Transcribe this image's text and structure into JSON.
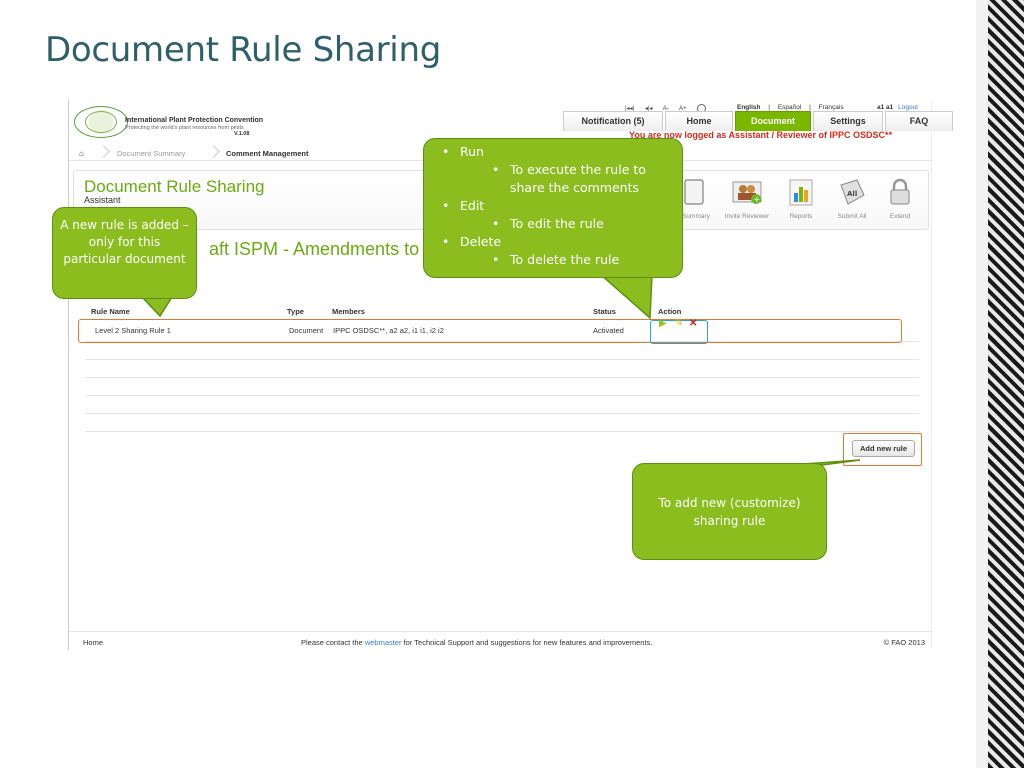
{
  "slide": {
    "title": "Document Rule Sharing"
  },
  "app": {
    "org_name": "International Plant Protection Convention",
    "org_tagline": "Protecting the world's plant resources from pests",
    "version": "V.1.08",
    "font_tools": [
      "|◂◂|",
      "◂|◂",
      "A-",
      "A+"
    ],
    "languages": [
      "English",
      "|",
      "Español",
      "|",
      "Français"
    ],
    "user": "a1 a1",
    "logout": "Logout",
    "nav": {
      "notification": "Notification (5)",
      "home": "Home",
      "document": "Document",
      "settings": "Settings",
      "faq": "FAQ"
    },
    "logged_as": "You are now logged as Assistant / Reviewer of IPPC OSDSC**",
    "breadcrumb": {
      "document_summary": "Document Summary",
      "comment_management": "Comment Management"
    },
    "panel": {
      "title": "Document Rule Sharing",
      "role": "Assistant",
      "tools": {
        "summary": "Summary",
        "invite": "Invite Reviewer",
        "reports": "Reports",
        "submit_all": "Submit All",
        "extend": "Extend"
      }
    },
    "document_heading": "aft ISPM - Amendments to IS",
    "table": {
      "headers": {
        "rule_name": "Rule Name",
        "type": "Type",
        "members": "Members",
        "status": "Status",
        "action": "Action"
      },
      "rows": [
        {
          "rule_name": "Level 2 Sharing Rule 1",
          "type": "Document",
          "members": "IPPC OSDSC**, a2 a2, i1 i1, i2 i2",
          "status": "Activated"
        }
      ]
    },
    "add_rule_button": "Add new rule",
    "footer": {
      "home": "Home",
      "contact_prefix": "Please contact the",
      "contact_link": "webmaster",
      "contact_suffix": "for Technical Support and suggestions for new features and improvements.",
      "copyright": "© FAO 2013"
    }
  },
  "callouts": {
    "actions": {
      "run": "Run",
      "run_desc": "To execute the rule to share the comments",
      "edit": "Edit",
      "edit_desc": "To edit the rule",
      "delete": "Delete",
      "delete_desc": "To delete the rule"
    },
    "new_rule": "A new rule is added – only for this particular document",
    "add_rule": "To add new (customize) sharing rule"
  },
  "colors": {
    "brand_green": "#7ab800",
    "callout_green": "#8bbd1e",
    "title_teal": "#2e5f6b",
    "alert_red": "#d62a1f",
    "highlight_orange": "#e07b34",
    "highlight_blue": "#2aa3d8"
  },
  "icons": {
    "run": "play-icon",
    "edit": "pencil-icon",
    "delete": "x-icon",
    "home": "home-icon",
    "search": "search-icon"
  }
}
